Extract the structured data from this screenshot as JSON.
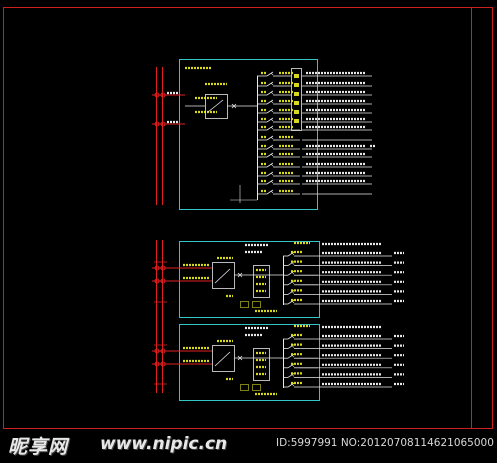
{
  "watermark": {
    "logo": "昵享网",
    "url": "www.nipic.cn",
    "id": "ID:5997991 NO:20120708114621065000"
  },
  "colors": {
    "background": "#000000",
    "frame": "#cc1f1f",
    "panel": "#33c4c4",
    "busbar": "#e02020",
    "label": "#d8d820",
    "device": "#e8e8e8",
    "feeder_text": "#e8e8e8"
  },
  "panels": [
    {
      "id": "panel-main",
      "breakers": 14,
      "has_meter_box": true
    },
    {
      "id": "panel-sub-1",
      "breakers": 6,
      "has_meter_box": true
    },
    {
      "id": "panel-sub-2",
      "breakers": 6,
      "has_meter_box": true
    }
  ]
}
